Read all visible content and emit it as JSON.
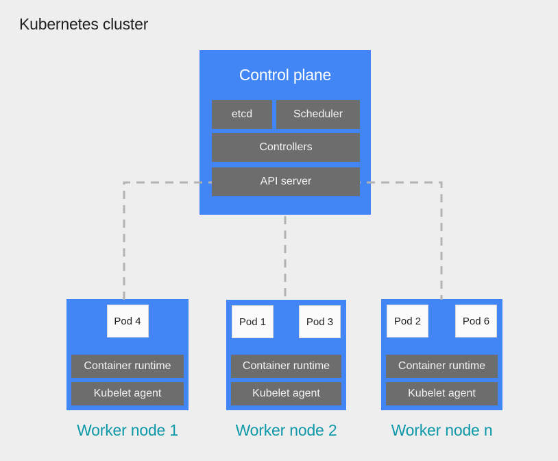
{
  "title": "Kubernetes cluster",
  "colors": {
    "background": "#eeeeee",
    "node_blue": "#4285f4",
    "component_gray": "#6d6d6d",
    "pod_background": "#fbfbfb",
    "dashed_line_gray": "#b3b3b3",
    "worker_label_teal": "#0e98a8",
    "title_text": "#1f1f1f"
  },
  "control_plane": {
    "title": "Control plane",
    "components": {
      "etcd": "etcd",
      "scheduler": "Scheduler",
      "controllers": "Controllers",
      "api_server": "API server"
    }
  },
  "workers": [
    {
      "label": "Worker node 1",
      "pods": [
        "Pod 4"
      ],
      "layers": [
        "Container runtime",
        "Kubelet agent"
      ]
    },
    {
      "label": "Worker node 2",
      "pods": [
        "Pod 1",
        "Pod 3"
      ],
      "layers": [
        "Container runtime",
        "Kubelet agent"
      ]
    },
    {
      "label": "Worker node n",
      "pods": [
        "Pod 2",
        "Pod 6"
      ],
      "layers": [
        "Container runtime",
        "Kubelet agent"
      ]
    }
  ]
}
